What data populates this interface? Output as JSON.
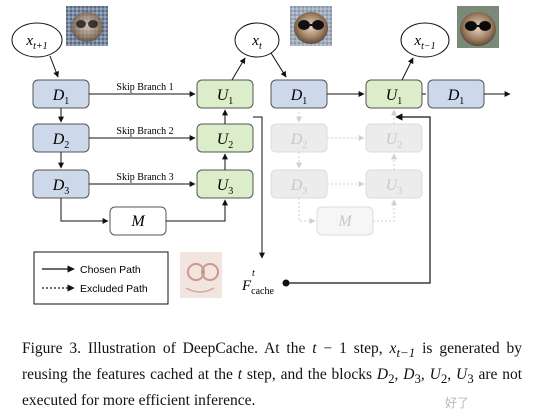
{
  "labels": {
    "x_t_plus_1": {
      "base": "x",
      "sub": "t+1"
    },
    "x_t": {
      "base": "x",
      "sub": "t"
    },
    "x_t_minus_1": {
      "base": "x",
      "sub": "t−1"
    },
    "d1": {
      "base": "D",
      "sub": "1"
    },
    "d2": {
      "base": "D",
      "sub": "2"
    },
    "d3": {
      "base": "D",
      "sub": "3"
    },
    "u1": {
      "base": "U",
      "sub": "1"
    },
    "u2": {
      "base": "U",
      "sub": "2"
    },
    "u3": {
      "base": "U",
      "sub": "3"
    },
    "m": "M",
    "f_cache": {
      "base": "F",
      "sup": "t",
      "sub": "cache"
    }
  },
  "skip_branches": [
    "Skip Branch 1",
    "Skip Branch 2",
    "Skip Branch 3"
  ],
  "legend": {
    "chosen": "Chosen Path",
    "excluded": "Excluded Path"
  },
  "caption": {
    "p1": "Figure 3. Illustration of DeepCache. At the ",
    "m1": "t",
    "p2": " − 1 step, ",
    "m2": "x",
    "m2sub": "t−1",
    "p3": " is generated by reusing the features cached at the ",
    "m3": "t",
    "p4": " step, and the blocks ",
    "m4": "D",
    "m4sub": "2",
    "p5": ", ",
    "m5": "D",
    "m5sub": "3",
    "p6": ", ",
    "m6": "U",
    "m6sub": "2",
    "p7": ", ",
    "m7": "U",
    "m7sub": "3",
    "p8": " are not executed for more efficient inference."
  },
  "watermark": "好了",
  "colors": {
    "d_block": "#cdd8ea",
    "u_block": "#dcedc9",
    "ghost_fill": "#ececec",
    "ghost_text": "#c8c8c8"
  }
}
